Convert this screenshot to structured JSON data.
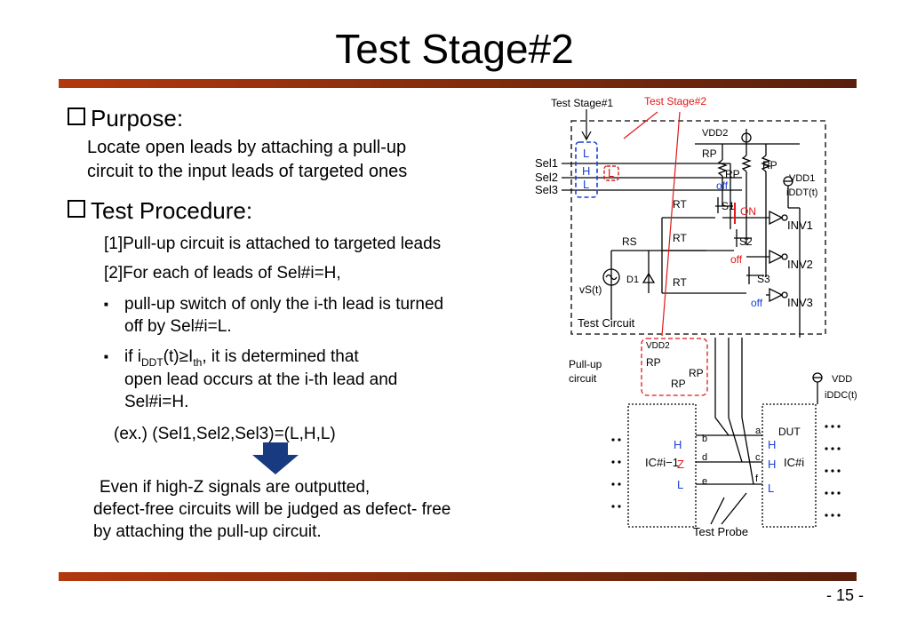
{
  "slide": {
    "title": "Test Stage#2",
    "page_number": "- 15 -"
  },
  "purpose": {
    "heading": "Purpose:",
    "lines": [
      "Locate open leads by attaching a pull-up",
      "circuit to the input leads of targeted ones"
    ]
  },
  "procedure": {
    "heading": "Test Procedure:",
    "step1": "[1]Pull-up circuit is attached to targeted leads",
    "step2": "[2]For each of leads of Sel#i=H,",
    "bullet_a_lines": [
      "pull-up switch of only the i-th lead is turned",
      "off by Sel#i=L."
    ],
    "bullet_b": {
      "pre": "if i",
      "sub1": "DDT",
      "mid": "(t)≥I",
      "sub2": "th",
      "post": ", it is determined that",
      "lines": [
        "open lead occurs at the i-th lead and",
        "Sel#i=H."
      ]
    },
    "example": "(ex.) (Sel1,Sel2,Sel3)=(L,H,L)"
  },
  "conclusion": {
    "lines": [
      "Even if high-Z signals are outputted,",
      "defect-free circuits will be judged as defect- free",
      "by attaching the pull-up circuit."
    ]
  },
  "diagram": {
    "label_stage1": "Test Stage#1",
    "label_stage2": "Test Stage#2",
    "vdd2": "VDD2",
    "vdd1": "VDD1",
    "iddt": "iDDT(t)",
    "vdd": "VDD",
    "iddc": "iDDC(t)",
    "sel_labels": [
      "Sel1",
      "Sel2",
      "Sel3"
    ],
    "sel_values": [
      "L",
      "H",
      "L"
    ],
    "sel_override": "L",
    "rp": "RP",
    "rt": "RT",
    "rs": "RS",
    "d1": "D1",
    "vs": "vS(t)",
    "switches": [
      "S1",
      "S2",
      "S3"
    ],
    "inverters": [
      "INV1",
      "INV2",
      "INV3"
    ],
    "states": [
      "off",
      "ON",
      "off",
      "off"
    ],
    "test_circuit": "Test Circuit",
    "pullup_line1": "Pull-up",
    "pullup_line2": "circuit",
    "ic_left": "IC#i−1",
    "ic_right": "IC#i",
    "dut": "DUT",
    "pins_left": [
      "b",
      "d",
      "e"
    ],
    "pins_right": [
      "a",
      "c",
      "f"
    ],
    "levels_left": [
      "H",
      "Z",
      "L"
    ],
    "levels_right": [
      "H",
      "H",
      "L"
    ],
    "test_probe": "Test Probe",
    "colors": {
      "blue": "#1a3fd6",
      "red": "#e01818",
      "rule": "#8a2d0c",
      "arrow": "#173a80"
    }
  }
}
